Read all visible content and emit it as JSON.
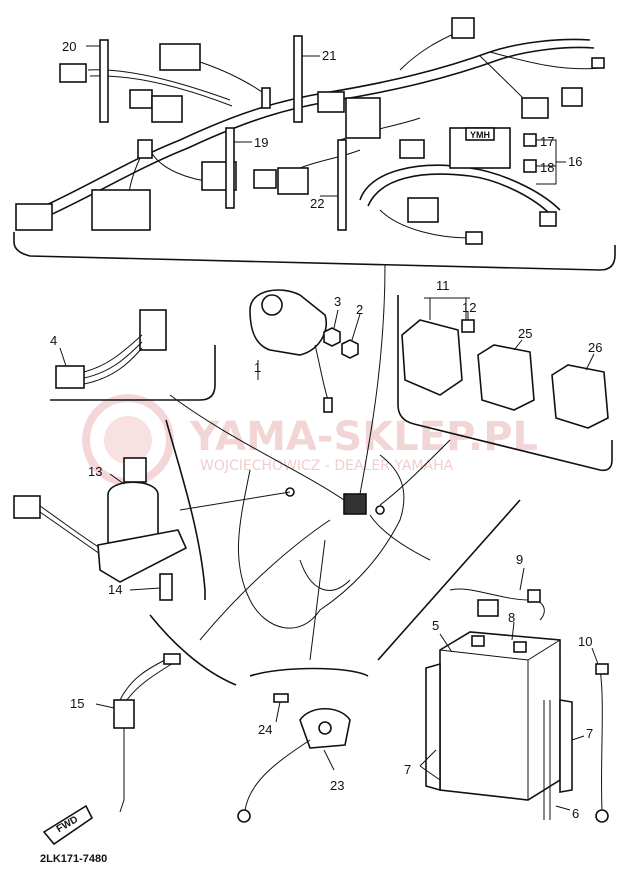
{
  "labels": {
    "l1": "1",
    "l2": "2",
    "l3": "3",
    "l4": "4",
    "l5": "5",
    "l6": "6",
    "l7a": "7",
    "l7b": "7",
    "l8": "8",
    "l9": "9",
    "l10": "10",
    "l11": "11",
    "l12": "12",
    "l13": "13",
    "l14": "14",
    "l15": "15",
    "l16": "16",
    "l17": "17",
    "l18": "18",
    "l19": "19",
    "l20": "20",
    "l21": "21",
    "l22": "22",
    "l23": "23",
    "l24": "24",
    "l25": "25",
    "l26": "26"
  },
  "fwd_arrow": "FWD",
  "diagram_code": "2LK171-7480",
  "connector_tag": "YMH",
  "watermark": {
    "title": "YAMA-SKLEP.PL",
    "subtitle": "WOJCIECHOWICZ - DEALER YAMAHA"
  }
}
